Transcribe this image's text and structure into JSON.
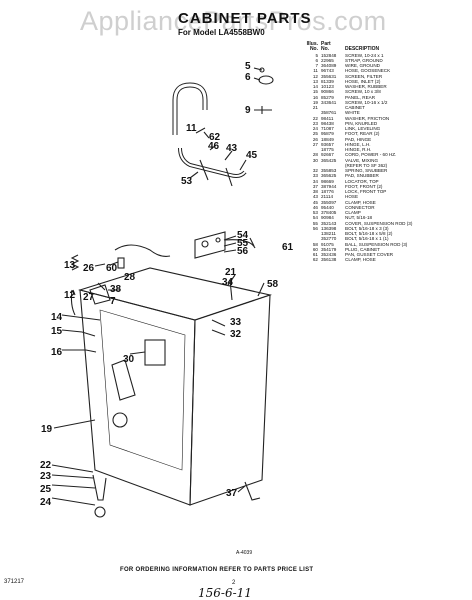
{
  "watermark": "AppliancePartsPros.com",
  "title": "CABINET PARTS",
  "subtitle": "For Model LA4558BW0",
  "table": {
    "header_illus": "Illus.",
    "header_no": "No.",
    "header_part": "Part",
    "header_part_no": "No.",
    "header_description": "DESCRIPTION",
    "rows": [
      {
        "illus": "5",
        "part": "152848",
        "desc": "SCREW, 10-24 x 1"
      },
      {
        "illus": "6",
        "part": "22965",
        "desc": "STRAP, GROUND"
      },
      {
        "illus": "7",
        "part": "364089",
        "desc": "WIRE, GROUND"
      },
      {
        "illus": "11",
        "part": "96743",
        "desc": "HOSE, GOOSENECK"
      },
      {
        "illus": "12",
        "part": "355631",
        "desc": "SCREEN, FILTER"
      },
      {
        "illus": "13",
        "part": "81339",
        "desc": "HOSE, INLET (2)"
      },
      {
        "illus": "14",
        "part": "10123",
        "desc": "WASHER, RUBBER"
      },
      {
        "illus": "15",
        "part": "90866",
        "desc": "SCREW, 10 x 3/8"
      },
      {
        "illus": "16",
        "part": "85279",
        "desc": "PANEL, REAR"
      },
      {
        "illus": "19",
        "part": "343641",
        "desc": "SCREW, 10-16 x 1/2"
      },
      {
        "illus": "21",
        "part": "",
        "desc": "CABINET"
      },
      {
        "illus": "",
        "part": "358761",
        "desc": "WHITE"
      },
      {
        "illus": "22",
        "part": "98411",
        "desc": "WASHER, FRICTION"
      },
      {
        "illus": "23",
        "part": "98438",
        "desc": "PIN, KNURLED"
      },
      {
        "illus": "24",
        "part": "71087",
        "desc": "LINK, LEVELING"
      },
      {
        "illus": "25",
        "part": "95879",
        "desc": "FOOT, REAR (2)"
      },
      {
        "illus": "26",
        "part": "18849",
        "desc": "PAD, HINGE"
      },
      {
        "illus": "27",
        "part": "93657",
        "desc": "HINGE, L.H."
      },
      {
        "illus": "",
        "part": "18775",
        "desc": "HINGE, R.H."
      },
      {
        "illus": "28",
        "part": "92667",
        "desc": "CORD, POWER - 60 HZ."
      },
      {
        "illus": "30",
        "part": "365425",
        "desc": "VALVE, MIXING"
      },
      {
        "illus": "",
        "part": "",
        "desc": "(REFER TO SF 362)"
      },
      {
        "illus": "32",
        "part": "355853",
        "desc": "SPRING, SNUBBER"
      },
      {
        "illus": "33",
        "part": "365625",
        "desc": "PAD, SNUBBER"
      },
      {
        "illus": "34",
        "part": "98669",
        "desc": "LOCATOR, TOP"
      },
      {
        "illus": "37",
        "part": "387944",
        "desc": "FOOT, FRONT (2)"
      },
      {
        "illus": "38",
        "part": "18776",
        "desc": "LOCK, FRONT TOP"
      },
      {
        "illus": "43",
        "part": "21114",
        "desc": "HOSE"
      },
      {
        "illus": "45",
        "part": "355097",
        "desc": "CLAMP, HOSE"
      },
      {
        "illus": "46",
        "part": "95440",
        "desc": "CONNECTOR"
      },
      {
        "illus": "53",
        "part": "378405",
        "desc": "CLAMP"
      },
      {
        "illus": "54",
        "part": "90984",
        "desc": "NUT, 5/16-18"
      },
      {
        "illus": "55",
        "part": "352143",
        "desc": "COVER, SUSPENSION ROD (3)"
      },
      {
        "illus": "56",
        "part": "136398",
        "desc": "BOLT, 5/16-18 x 3 (3)"
      },
      {
        "illus": "",
        "part": "138211",
        "desc": "BOLT, 5/16-18 x 5/8 (2)"
      },
      {
        "illus": "",
        "part": "352770",
        "desc": "BOLT, 5/16-18 x 1 (1)"
      },
      {
        "illus": "58",
        "part": "91075",
        "desc": "BALL, SUSPENSION ROD (3)"
      },
      {
        "illus": "60",
        "part": "354179",
        "desc": "PLUG, CABINET"
      },
      {
        "illus": "61",
        "part": "352436",
        "desc": "PAN, GUSSET COVER"
      },
      {
        "illus": "62",
        "part": "356138",
        "desc": "CLAMP, HOSE"
      }
    ]
  },
  "callouts": {
    "c5": "5",
    "c6": "6",
    "c9": "9",
    "c11": "11",
    "c62": "62",
    "c46": "46",
    "c43": "43",
    "c45": "45",
    "c53": "53",
    "c54": "54",
    "c55": "55",
    "c56": "56",
    "c61": "61",
    "c60": "60",
    "c26": "26",
    "c28": "28",
    "c13": "13",
    "c12": "12",
    "c27": "27",
    "c38": "38",
    "c7": "7",
    "c21": "21",
    "c34": "34",
    "c58": "58",
    "c14": "14",
    "c15": "15",
    "c16": "16",
    "c30": "30",
    "c33": "33",
    "c32": "32",
    "c19": "19",
    "c22": "22",
    "c23": "23",
    "c25": "25",
    "c24": "24",
    "c37": "37"
  },
  "diagram_code": "A-4039",
  "ordering_note": "FOR ORDERING INFORMATION REFER TO PARTS PRICE LIST",
  "doc_code": "371217",
  "page_number": "2",
  "handwriting": "156-6-11"
}
